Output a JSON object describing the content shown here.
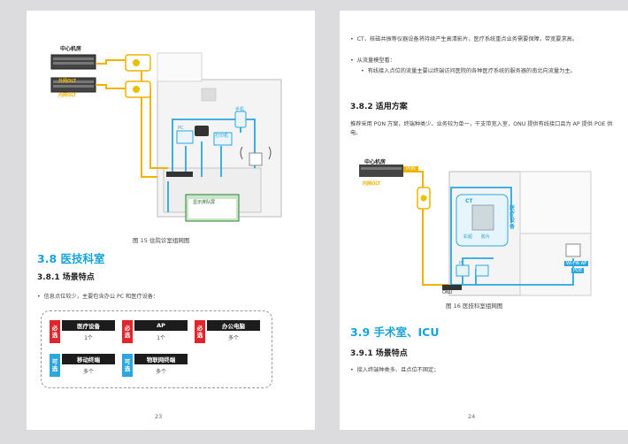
{
  "left_page": {
    "diagram": {
      "room_label": "中心机房",
      "olt_outer": "外网OLT",
      "olt_inner": "内网OLT",
      "pc_label": "PC",
      "printer_label": "打印机",
      "phone_label": "手机",
      "display_label": "显示排队屏"
    },
    "figure_caption": "图 15  住院诊室组网图",
    "section_heading": "3.8  医技科室",
    "subsection_heading": "3.8.1  场景特点",
    "bullet": "信息点位较少，主要包含办公 PC 和医疗设备：",
    "items": [
      {
        "badge": "必选",
        "title": "医疗设备",
        "count": "1个"
      },
      {
        "badge": "必选",
        "title": "AP",
        "count": "1个"
      },
      {
        "badge": "必选",
        "title": "办公电脑",
        "count": "多个"
      },
      {
        "badge": "可选",
        "title": "移动终端",
        "count": "多个"
      },
      {
        "badge": "可选",
        "title": "物联网终端",
        "count": "多个"
      }
    ],
    "page_number": "23"
  },
  "right_page": {
    "bullets": [
      "CT、核磁共振等仪器设备将持续产生高清影片，医疗系统重点业务需要保障，带宽要求高。",
      "从流量模型看："
    ],
    "sub_bullet": "有线接入点位的流量主要以终端访问医院的各种医疗系统的服务器的南北向流量为主。",
    "subsection_heading": "3.8.2  适用方案",
    "paragraph": "推荐采用 PON 方案，终端种类少、业务较为单一，干支带宽入室，ONU 提供有线接口且为 AP 提供 POE 供电。",
    "diagram": {
      "room_label": "中心机房",
      "olt_inner": "内网OLT",
      "pon_label": "PON",
      "ct_label": "CT",
      "devices_label": "医疗设备",
      "color_ultrasound": "彩超",
      "medical_film": "胶片",
      "pc_label": "PC",
      "ap_label": "Wi-Fi6 AP",
      "poe_label": "POE",
      "onu_label": "ONU"
    },
    "figure_caption": "图 16  医技科室组网图",
    "section_heading": "3.9  手术室、ICU",
    "subsection_heading2": "3.9.1  场景特点",
    "bullet2": "接入终端种类多、且点位不固定；",
    "page_number": "24"
  },
  "colors": {
    "accent": "#1aa3d6",
    "required": "#e0262d",
    "optional": "#2ba6de",
    "fiber": "#f0b400",
    "cable": "#2ba6de"
  }
}
